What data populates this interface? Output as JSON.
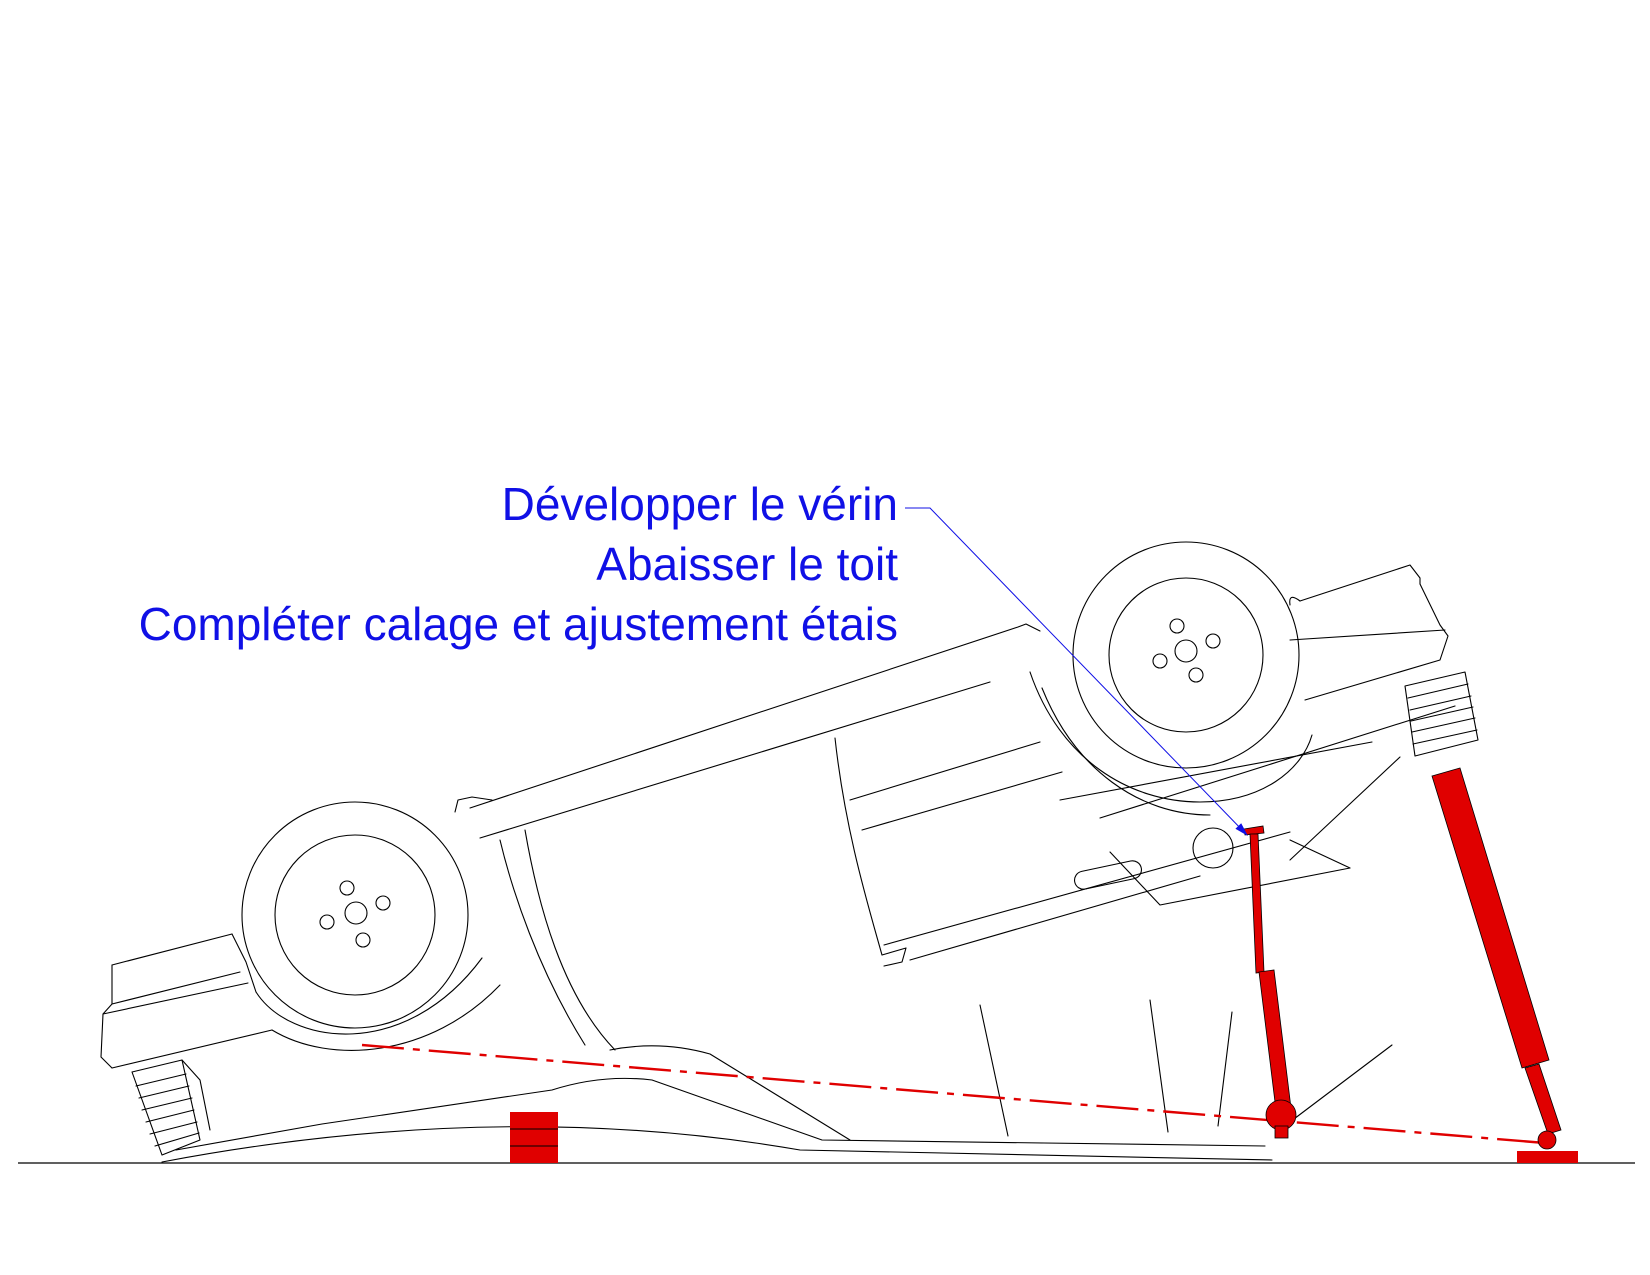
{
  "instructions": {
    "line1": "Développer le vérin",
    "line2": "Abaisser le toit",
    "line3": "Compléter calage et ajustement étais"
  },
  "colors": {
    "text": "#1010e6",
    "equipment": "#e00000",
    "outline": "#000000",
    "background": "#ffffff"
  },
  "icons": {
    "vehicle": "overturned-car-icon",
    "jack": "hydraulic-jack-icon",
    "strut": "stabilization-strut-icon",
    "cribbing": "cribbing-block-icon"
  }
}
